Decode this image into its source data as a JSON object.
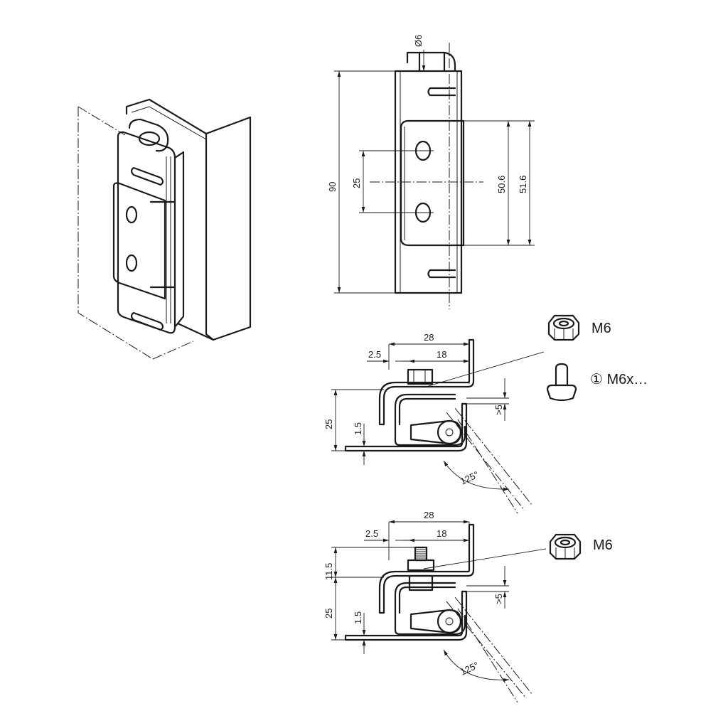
{
  "views": {
    "front": {
      "diameter": "Ø6",
      "height_total": "90",
      "hole_spacing": "25",
      "plate_height_a": "50.6",
      "plate_height_b": "51.6"
    },
    "section_top": {
      "width_total": "28",
      "offset": "2.5",
      "inner": "18",
      "height": "25",
      "sheet": "1.5",
      "clearance": ">5",
      "angle": "125°"
    },
    "section_bottom": {
      "width_total": "28",
      "offset": "2.5",
      "inner": "18",
      "stud_height": "11.5",
      "height": "25",
      "sheet": "1.5",
      "clearance": ">5",
      "angle": "125°"
    }
  },
  "parts": {
    "nut_top": "M6",
    "screw": "① M6x…",
    "nut_bottom": "M6"
  }
}
